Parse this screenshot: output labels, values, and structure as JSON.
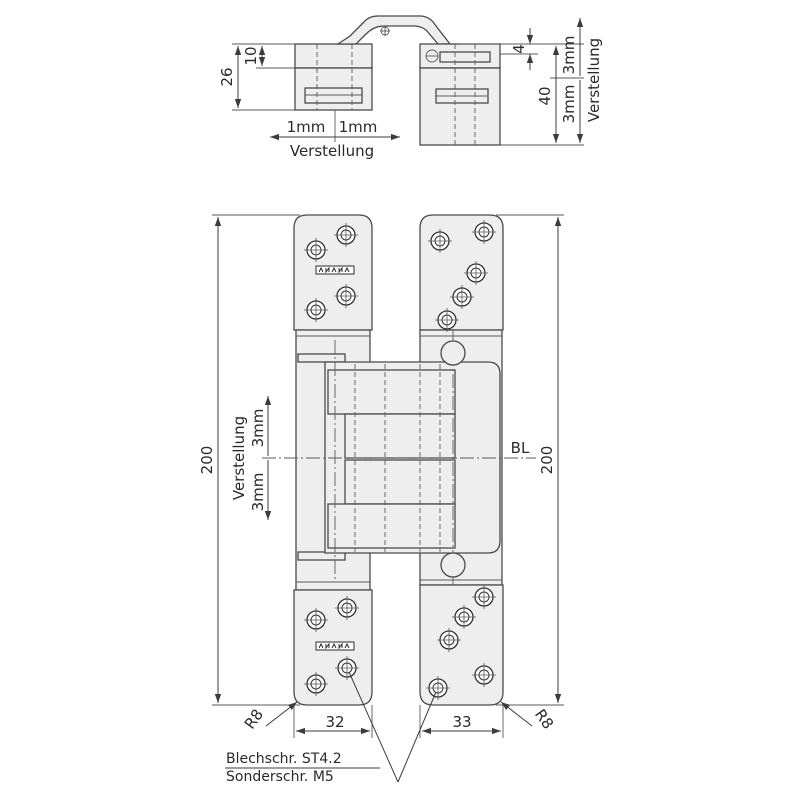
{
  "colors": {
    "line": "#4a4a4a",
    "part_fill": "#eeeeee",
    "background": "#ffffff"
  },
  "top_view": {
    "dim_thickness": "10",
    "dim_depth": "26",
    "adjust_left": "1mm",
    "adjust_right": "1mm",
    "adjust_label": "Verstellung",
    "dim_offset": "4",
    "dim_height": "40",
    "adjust_up": "3mm",
    "adjust_down": "3mm",
    "adjust_vertical_label": "Verstellung"
  },
  "front_view": {
    "dim_height_left": "200",
    "dim_height_right": "200",
    "adjust_label": "Verstellung",
    "adjust_up": "3mm",
    "adjust_down": "3mm",
    "centerline_label": "BL",
    "radius_left": "R8",
    "radius_right": "R8",
    "width_left": "32",
    "width_right": "33"
  },
  "screws": {
    "sheet_metal": "Blechschr. ST4.2",
    "special": "Sonderschr. M5"
  }
}
